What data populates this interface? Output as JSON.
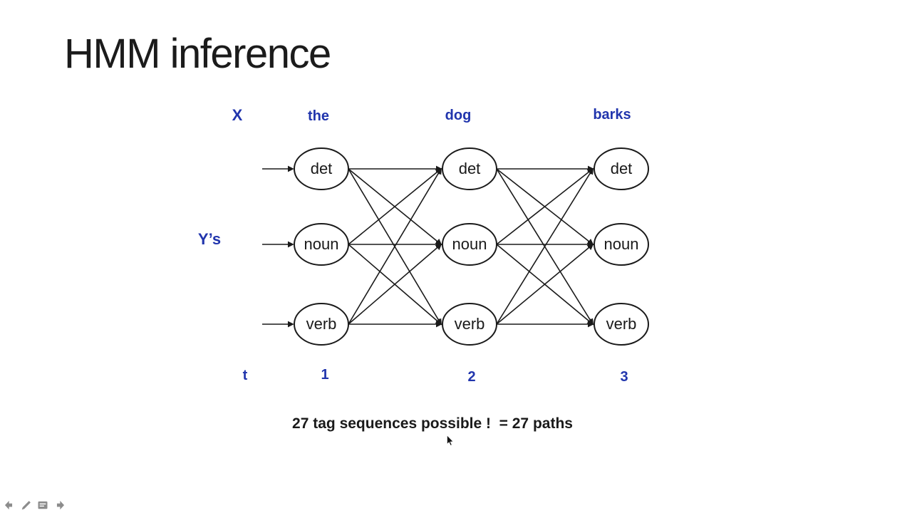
{
  "slide": {
    "title": "HMM inference",
    "caption": "27 tag sequences possible !  = 27 paths"
  },
  "colors": {
    "background": "#ffffff",
    "title_text": "#1b1b1b",
    "body_text": "#1a1a1a",
    "blue_label": "#2135ad",
    "node_fill": "#ffffff",
    "node_stroke": "#1a1a1a",
    "edge": "#1a1a1a",
    "controls_gray": "#8c8c8c"
  },
  "diagram": {
    "type": "hmm-trellis",
    "x_label": "X",
    "y_label": "Y’s",
    "t_label": "t",
    "observations": [
      "the",
      "dog",
      "barks"
    ],
    "states": [
      "det",
      "noun",
      "verb"
    ],
    "time_steps": [
      "1",
      "2",
      "3"
    ],
    "connectivity": "each state at time t connects to every state at time t+1",
    "layout": {
      "columns_x": [
        451,
        659,
        872
      ],
      "rows_y": [
        237,
        343,
        455
      ],
      "node_rx": 38,
      "node_ry": 29,
      "incoming_arrow_start_x": 368
    }
  },
  "icons": {
    "previous": "arrow-left-icon",
    "pen": "pencil-icon",
    "menu": "annotation-menu-icon",
    "next": "arrow-right-icon"
  }
}
